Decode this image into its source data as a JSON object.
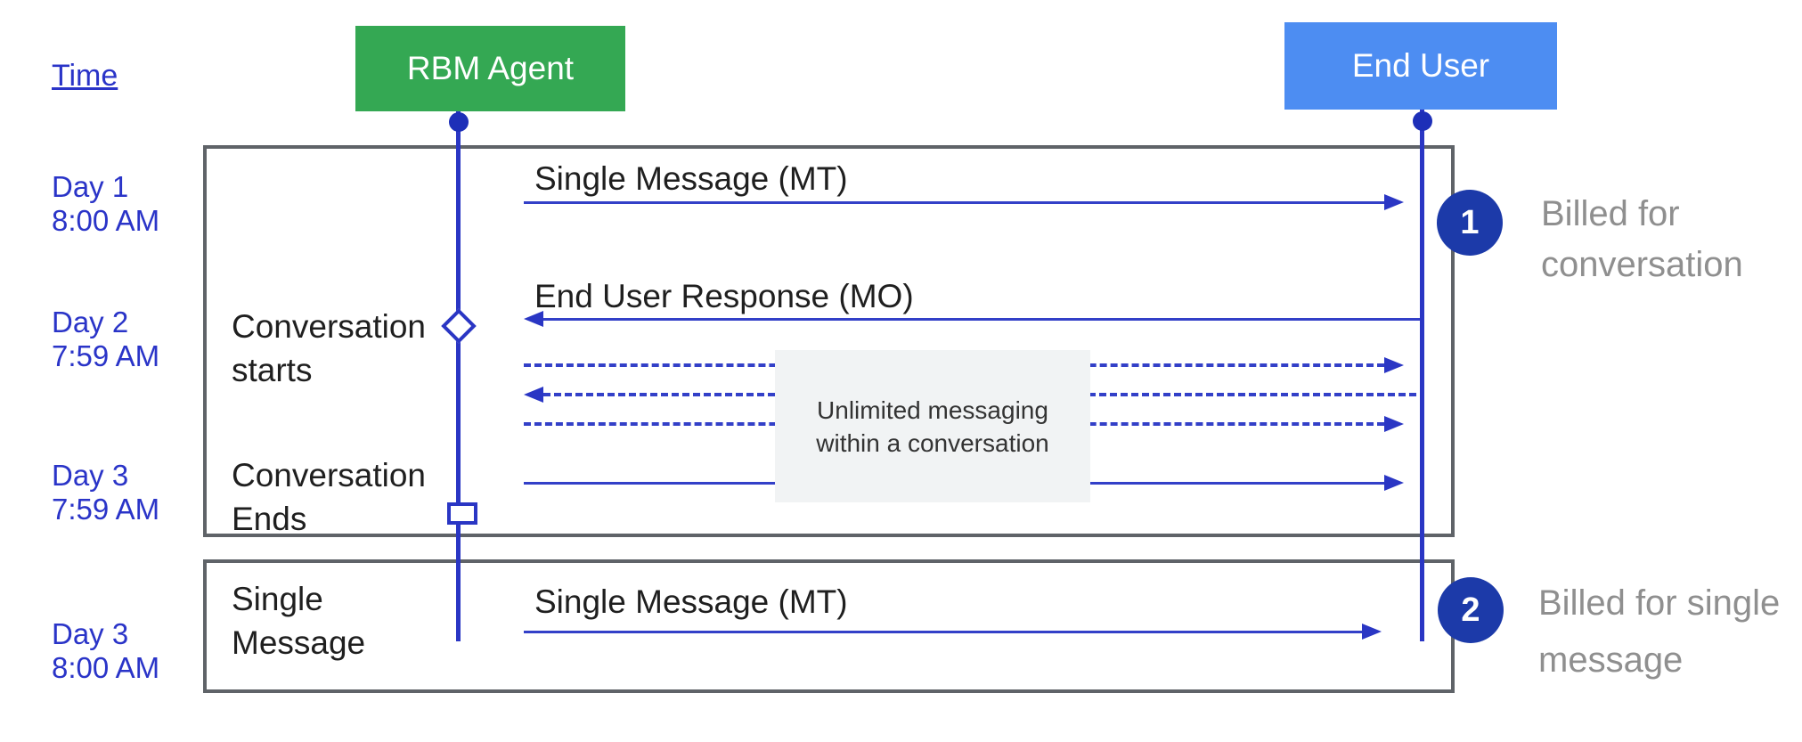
{
  "diagram": {
    "time_axis": {
      "label": "Time",
      "slots": [
        {
          "day": "Day 1",
          "time": "8:00 AM"
        },
        {
          "day": "Day 2",
          "time": "7:59 AM"
        },
        {
          "day": "Day 3",
          "time": "7:59 AM"
        },
        {
          "day": "Day 3",
          "time": "8:00 AM"
        }
      ]
    },
    "actors": [
      {
        "name": "RBM Agent",
        "color": "#34A853"
      },
      {
        "name": "End User",
        "color": "#4D8DF2"
      }
    ],
    "phases": [
      {
        "line1": "Conversation",
        "line2": "starts"
      },
      {
        "line1": "Conversation",
        "line2": "Ends"
      },
      {
        "line1": "Single",
        "line2": "Message"
      }
    ],
    "messages": [
      {
        "label": "Single Message (MT)",
        "from": "RBM Agent",
        "to": "End User",
        "style": "solid"
      },
      {
        "label": "End User Response (MO)",
        "from": "End User",
        "to": "RBM Agent",
        "style": "solid"
      },
      {
        "label": "",
        "from": "RBM Agent",
        "to": "End User",
        "style": "dashed"
      },
      {
        "label": "",
        "from": "End User",
        "to": "RBM Agent",
        "style": "dashed"
      },
      {
        "label": "",
        "from": "RBM Agent",
        "to": "End User",
        "style": "dashed"
      },
      {
        "label": "",
        "from": "RBM Agent",
        "to": "End User",
        "style": "solid"
      },
      {
        "label": "Single Message (MT)",
        "from": "RBM Agent",
        "to": "End User",
        "style": "solid"
      }
    ],
    "note": {
      "line1": "Unlimited messaging",
      "line2": "within a conversation"
    },
    "callouts": [
      {
        "number": "1",
        "line1": "Billed for",
        "line2": "conversation"
      },
      {
        "number": "2",
        "line1": "Billed for single",
        "line2": "message"
      }
    ],
    "colors": {
      "agent_box": "#34A853",
      "end_user_box": "#4D8DF2",
      "lifeline_blue": "#2A36C4",
      "arrow_blue": "#3340C8",
      "badge_navy": "#1C3AA9",
      "frame_gray": "#5F6368",
      "note_background": "#F1F3F4",
      "annotation_gray": "#8F8F8F",
      "time_text_blue": "#2A34C8"
    }
  }
}
